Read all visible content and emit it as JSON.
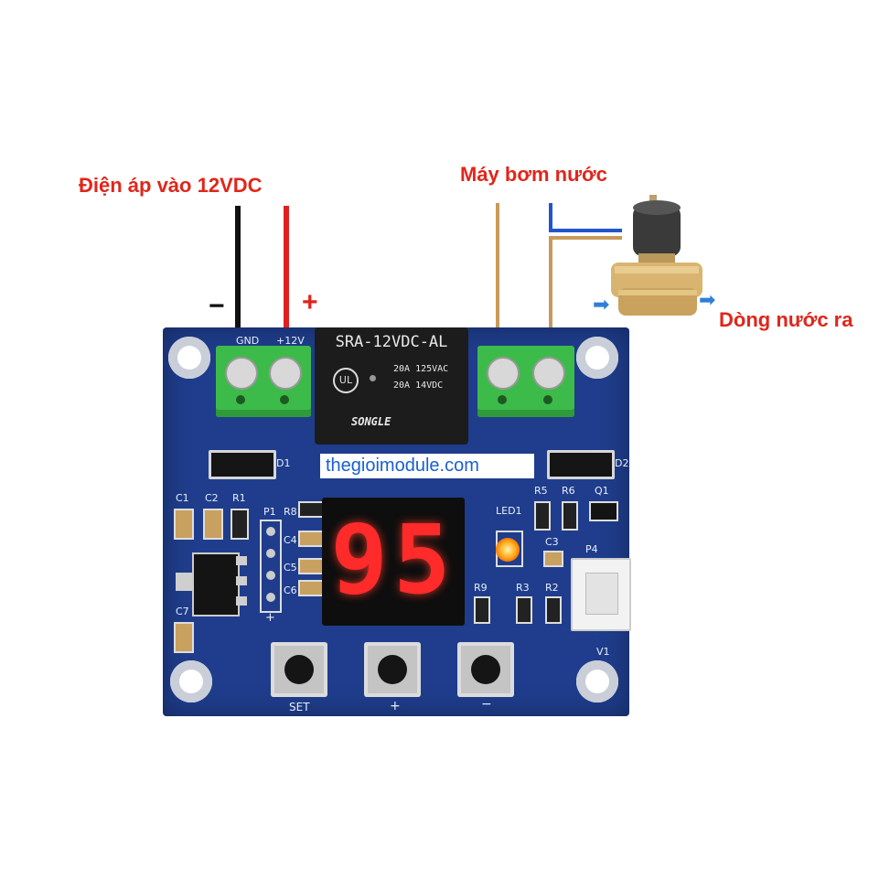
{
  "labels": {
    "input_voltage": "Điện áp vào 12VDC",
    "minus": "−",
    "plus": "+",
    "pump": "Máy bơm nước",
    "water_out": "Dòng nước ra"
  },
  "watermark": "thegioimodule.com",
  "display": {
    "value": "95"
  },
  "relay": {
    "model": "SRA-12VDC-AL",
    "rating_1": "20A 125VAC",
    "rating_2": "20A 14VDC",
    "brand": "SONGLE"
  },
  "silkscreen": {
    "gnd": "GND",
    "v12": "+12V",
    "d1": "D1",
    "d2": "D2",
    "c1": "C1",
    "c2": "C2",
    "r1": "R1",
    "p1": "P1",
    "r8": "R8",
    "c4": "C4",
    "c5": "C5",
    "c6": "C6",
    "c7": "C7",
    "led1": "LED1",
    "r5": "R5",
    "r6": "R6",
    "q1": "Q1",
    "c3": "C3",
    "p4": "P4",
    "r9": "R9",
    "r3": "R3",
    "r2": "R2",
    "v1": "V1",
    "p1_plus": "+"
  },
  "buttons": {
    "set": "SET",
    "plus": "+",
    "minus": "−"
  },
  "colors": {
    "pcb": "#1f3d8c",
    "terminal": "#3dbb4a",
    "relay": "#1c1c1c",
    "wire_red": "#e02020",
    "wire_black": "#111111",
    "wire_brown": "#c89a5a",
    "wire_blue": "#2255cc",
    "digit": "#ff2a2a",
    "label_red": "#e0261b",
    "watermark": "#1a5fd0"
  }
}
